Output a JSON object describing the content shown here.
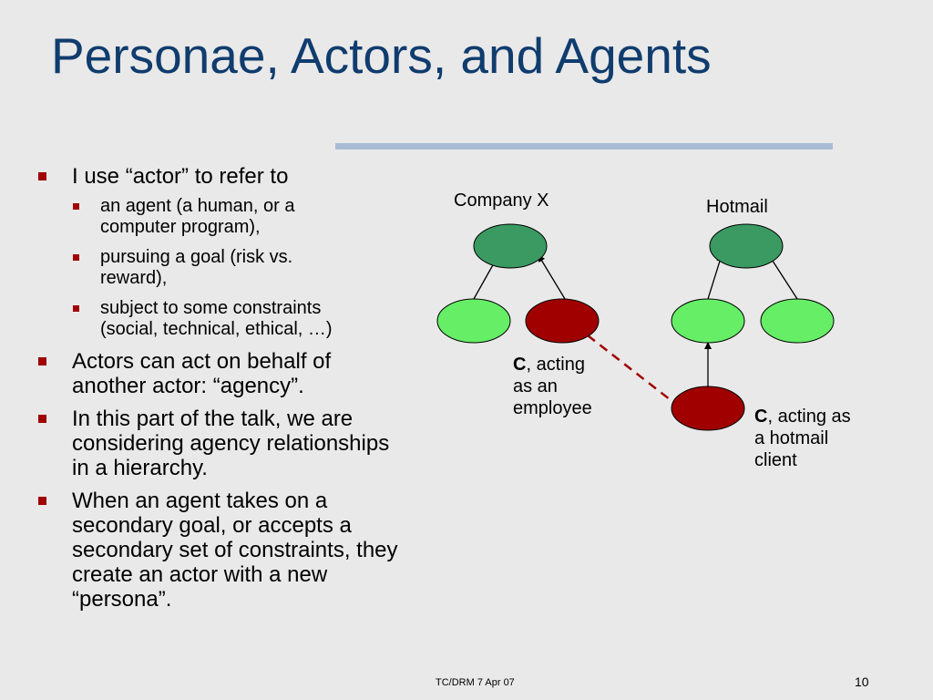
{
  "title": "Personae, Actors, and Agents",
  "bullets": [
    {
      "text": "I use “actor” to refer to",
      "sub": [
        "an agent (a human, or a computer program),",
        "pursuing a goal (risk vs. reward),",
        "subject to some constraints (social, technical, ethical, …)"
      ]
    },
    {
      "text": "Actors can act on behalf of another actor: “agency”."
    },
    {
      "text": "In this part of the talk, we are considering agency relationships in a hierarchy."
    },
    {
      "text": "When an agent takes on a secondary goal, or accepts a secondary set of constraints, they create an actor with a new “persona”."
    }
  ],
  "diagram": {
    "company_label": "Company X",
    "hotmail_label": "Hotmail",
    "employee_c": "C",
    "employee_rest": ", acting",
    "employee_line2": "as an",
    "employee_line3": "employee",
    "client_c": "C",
    "client_rest": ", acting as",
    "client_line2": "a hotmail",
    "client_line3": "client",
    "colors": {
      "parent_node": "#3a9a62",
      "child_node": "#66ee66",
      "actor_node": "#a00000",
      "dashed_link": "#a00000"
    }
  },
  "footer": "TC/DRM 7 Apr 07",
  "page_number": "10"
}
